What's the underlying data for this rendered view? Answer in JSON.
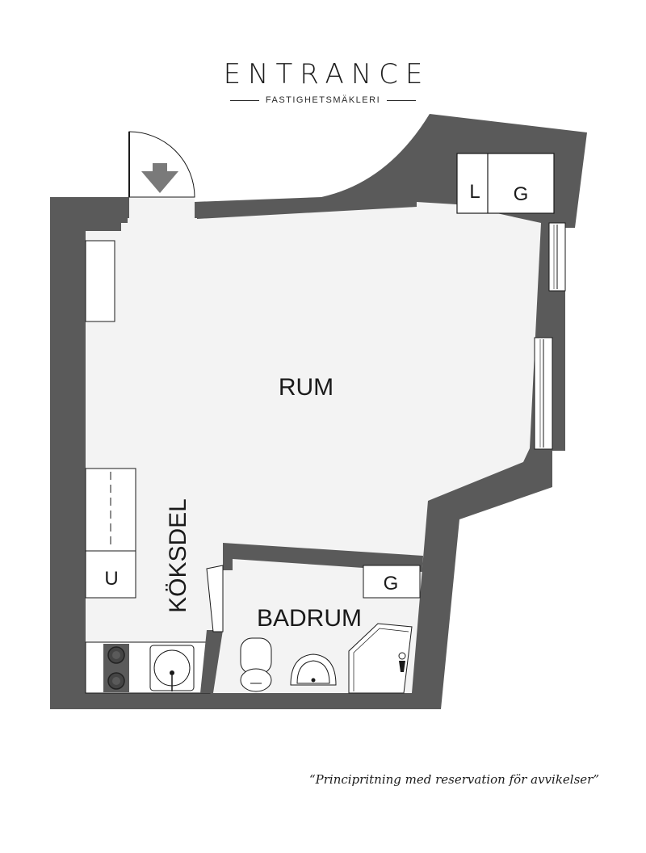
{
  "logo": {
    "name": "ENTRANCE",
    "subtitle": "FASTIGHETSMÄKLERI"
  },
  "rooms": {
    "main": "RUM",
    "kitchen": "KÖKSDEL",
    "bathroom": "BADRUM"
  },
  "closets": {
    "linen": "L",
    "wardrobe_top": "G",
    "wardrobe_bath": "G",
    "fridge": "U"
  },
  "disclaimer": "“Principritning med reservation för avvikelser”",
  "colors": {
    "wall": "#5a5a5a",
    "floor": "#f3f3f3",
    "line": "#1a1a1a"
  }
}
